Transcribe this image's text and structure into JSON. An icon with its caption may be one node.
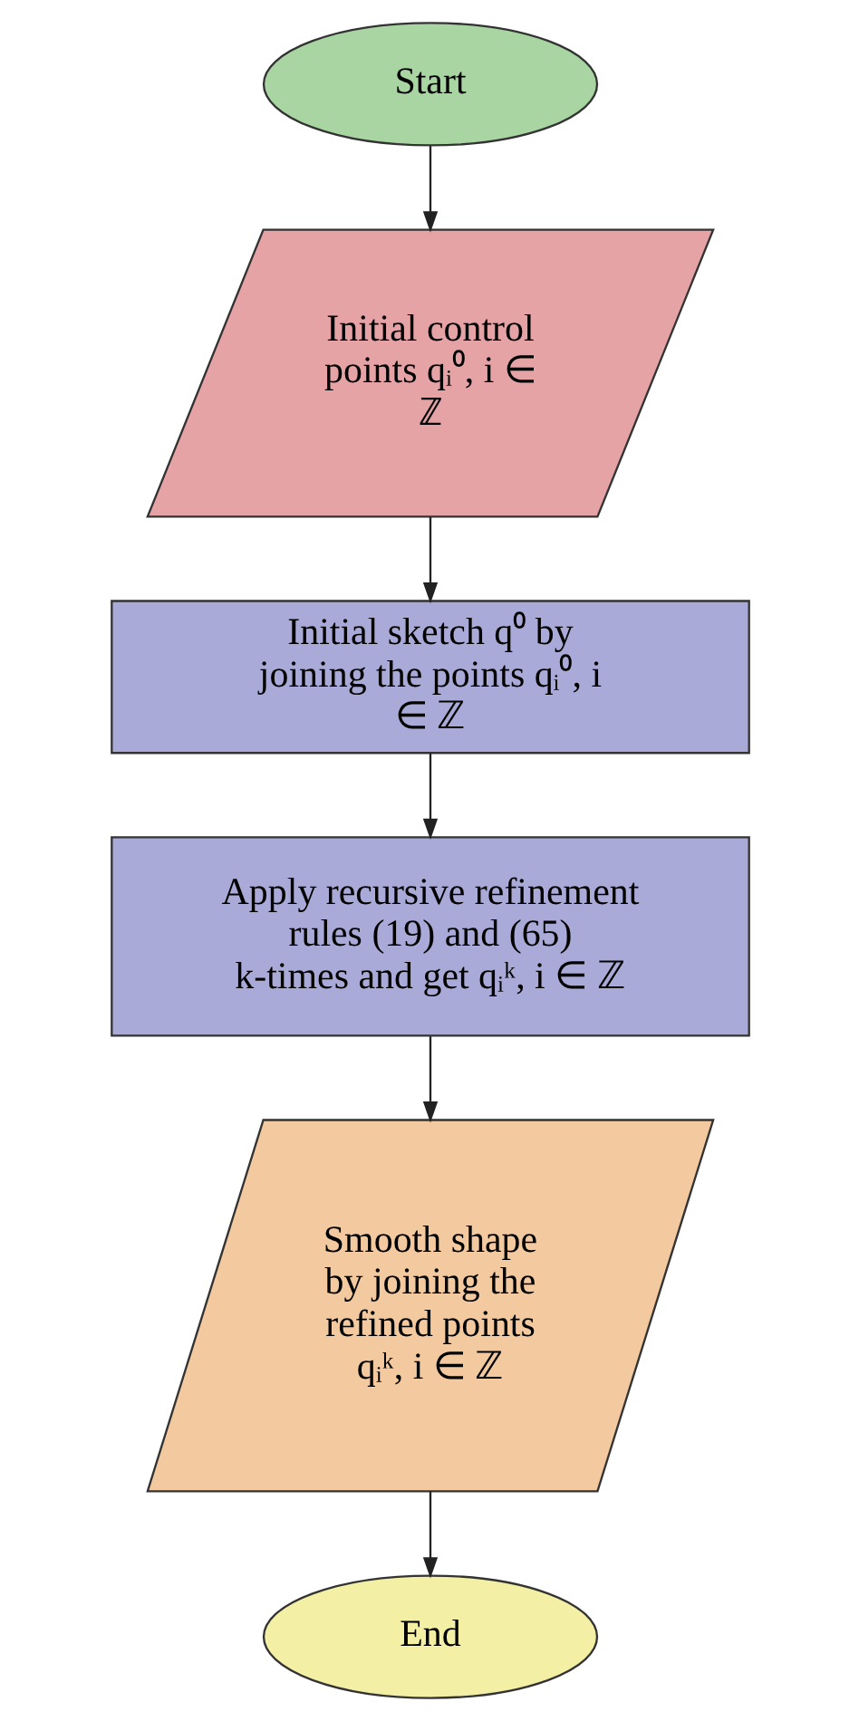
{
  "diagram": {
    "nodes": [
      {
        "text": [
          "Start"
        ]
      },
      {
        "text": [
          "Initial control points qᵢ⁰, i ∈ ℤ"
        ]
      },
      {
        "text": [
          "Initial sketch q⁰ by joining the points qᵢ⁰, i ∈ ℤ"
        ]
      },
      {
        "text": [
          "Apply recursive refinement rules (19) and (65) k-times and get qᵢᵏ, i ∈ ℤ"
        ]
      },
      {
        "text": [
          "Smooth shape by joining the refined points qᵢᵏ, i ∈ ℤ"
        ]
      },
      {
        "text": [
          "End"
        ]
      }
    ],
    "edges": [
      {
        "from": 0,
        "to": 1,
        "arrow": "to"
      },
      {
        "from": 1,
        "to": 2,
        "arrow": "to"
      },
      {
        "from": 2,
        "to": 3,
        "arrow": "to"
      },
      {
        "from": 3,
        "to": 4,
        "arrow": "to"
      },
      {
        "from": 4,
        "to": 5,
        "arrow": "to"
      }
    ]
  }
}
